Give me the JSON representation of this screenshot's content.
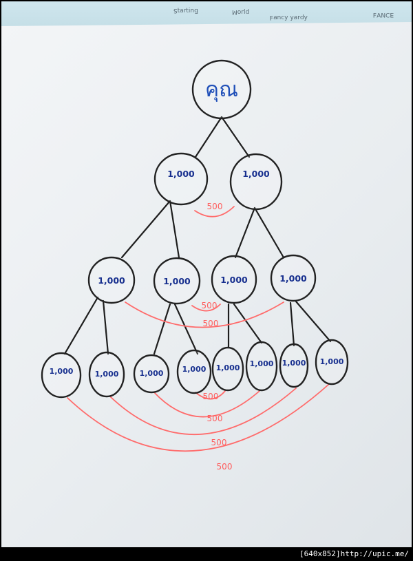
{
  "fabric": {
    "print_a": "ƃuᴉʇɹɐʇS",
    "print_b": "pꞁɹoM",
    "print_c": "ʎpɹɐʎ ʎɔuɐℲ",
    "print_d": "ƎƆNⱯℲ"
  },
  "diagram": {
    "root": {
      "label": "คุณ"
    },
    "nodes": [
      {
        "id": "l1-1",
        "label": "1,000"
      },
      {
        "id": "l1-2",
        "label": "1,000"
      },
      {
        "id": "l2-1",
        "label": "1,000"
      },
      {
        "id": "l2-2",
        "label": "1,000"
      },
      {
        "id": "l2-3",
        "label": "1,000"
      },
      {
        "id": "l2-4",
        "label": "1,000"
      },
      {
        "id": "l3-1",
        "label": "1,000"
      },
      {
        "id": "l3-2",
        "label": "1,000"
      },
      {
        "id": "l3-3",
        "label": "1,000"
      },
      {
        "id": "l3-4",
        "label": "1,000"
      },
      {
        "id": "l3-5",
        "label": "1,000"
      },
      {
        "id": "l3-6",
        "label": "1,000"
      },
      {
        "id": "l3-7",
        "label": "1,000"
      },
      {
        "id": "l3-8",
        "label": "1,000"
      }
    ],
    "arcs": [
      {
        "label": "500"
      },
      {
        "label": "500"
      },
      {
        "label": "500"
      },
      {
        "label": "500"
      },
      {
        "label": "500"
      },
      {
        "label": "500"
      },
      {
        "label": "500"
      }
    ]
  },
  "footer": {
    "text": "[640x852]http://upic.me/"
  },
  "colors": {
    "node_text": "#18308f",
    "root_text": "#1f4fb8",
    "arc": "#ff6b6b",
    "line": "#1e1e1e"
  }
}
